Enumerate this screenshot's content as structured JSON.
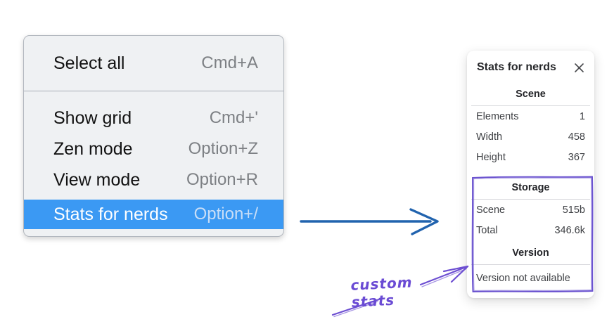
{
  "context_menu": {
    "items": [
      {
        "label": "Select all",
        "shortcut": "Cmd+A",
        "selected": false
      },
      {
        "label": "Show grid",
        "shortcut": "Cmd+'",
        "selected": false
      },
      {
        "label": "Zen mode",
        "shortcut": "Option+Z",
        "selected": false
      },
      {
        "label": "View mode",
        "shortcut": "Option+R",
        "selected": false
      },
      {
        "label": "Stats for nerds",
        "shortcut": "Option+/",
        "selected": true
      }
    ]
  },
  "stats_panel": {
    "title": "Stats for nerds",
    "sections": [
      {
        "title": "Scene",
        "rows": [
          {
            "label": "Elements",
            "value": "1"
          },
          {
            "label": "Width",
            "value": "458"
          },
          {
            "label": "Height",
            "value": "367"
          }
        ]
      },
      {
        "title": "Storage",
        "rows": [
          {
            "label": "Scene",
            "value": "515b"
          },
          {
            "label": "Total",
            "value": "346.6k"
          }
        ]
      },
      {
        "title": "Version",
        "note": "Version not available"
      }
    ]
  },
  "annotation": {
    "label": "custom stats"
  },
  "colors": {
    "menu_highlight": "#3b99f3",
    "menu_background": "#eff1f3",
    "blue_arrow": "#2163ae",
    "annotation_purple": "#6a4bd4",
    "sketch_box_purple": "#6a52cf"
  }
}
